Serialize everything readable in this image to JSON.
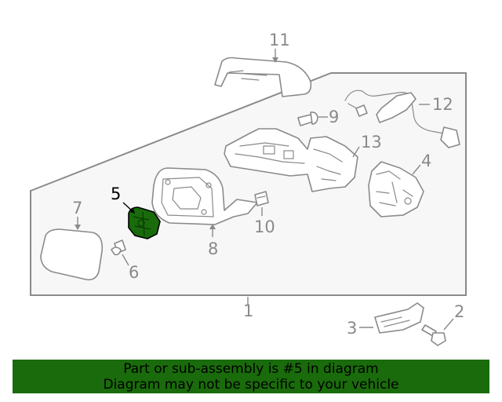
{
  "diagram": {
    "callouts": {
      "c1": "1",
      "c2": "2",
      "c3": "3",
      "c4": "4",
      "c5": "5",
      "c6": "6",
      "c7": "7",
      "c8": "8",
      "c9": "9",
      "c10": "10",
      "c11": "11",
      "c12": "12",
      "c13": "13"
    },
    "highlight_color": "#1a6b0b",
    "line_color": "#8a8a8a"
  },
  "banner": {
    "line1": "Part or sub-assembly is #5 in diagram",
    "line2": "Diagram may not be specific to your vehicle",
    "background": "#1a6b0b"
  }
}
